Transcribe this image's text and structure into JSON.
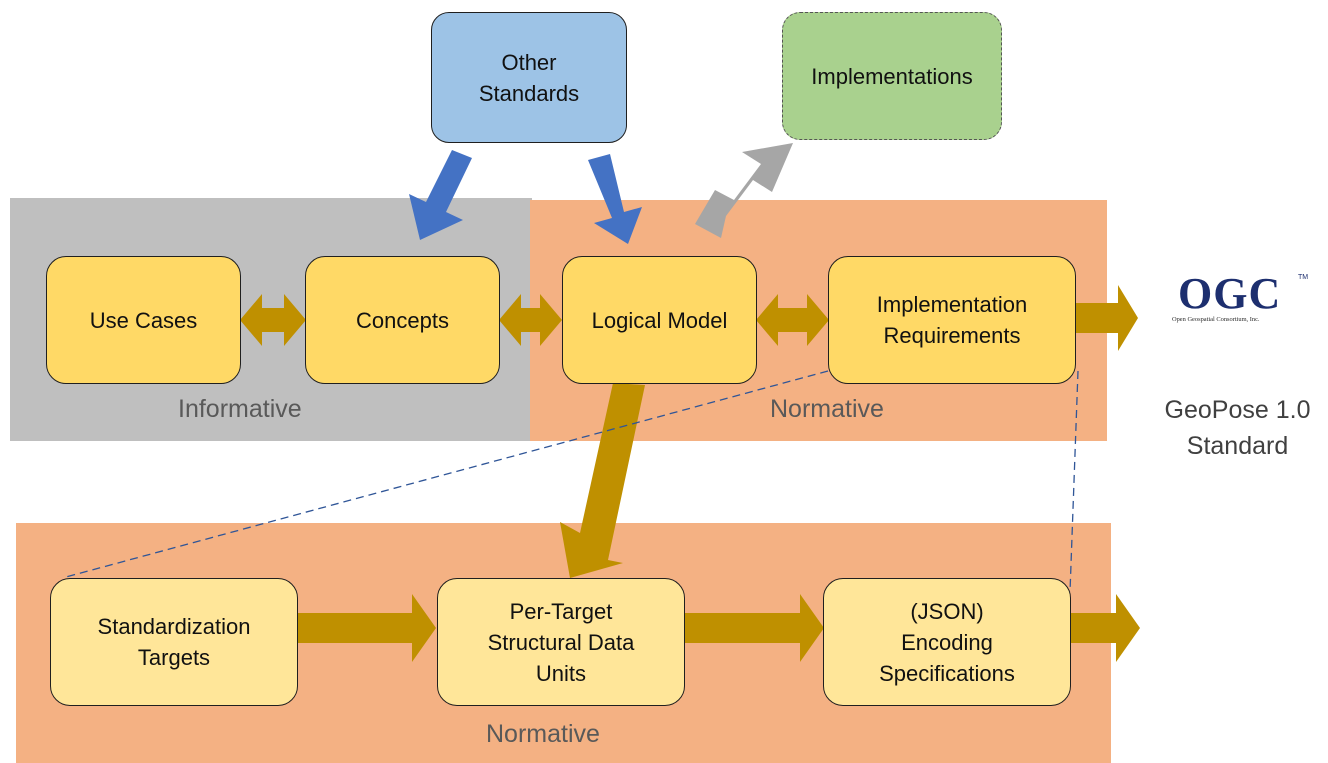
{
  "regions": {
    "informative": {
      "label": "Informative"
    },
    "normative_top": {
      "label": "Normative"
    },
    "normative_bottom": {
      "label": "Normative"
    }
  },
  "boxes": {
    "other_standards": "Other\nStandards",
    "implementations": "Implementations",
    "use_cases": "Use Cases",
    "concepts": "Concepts",
    "logical_model": "Logical Model",
    "implementation_requirements": "Implementation\nRequirements",
    "standardization_targets": "Standardization\nTargets",
    "per_target_units": "Per-Target\nStructural Data\nUnits",
    "encoding_specs": "(JSON)\nEncoding\nSpecifications"
  },
  "logo": {
    "text": "OGC",
    "trademark": "TM",
    "subtitle": "Open Geospatial Consortium, Inc."
  },
  "standard_label": "GeoPose 1.0\nStandard",
  "colors": {
    "informative_region": "#bfbfbf",
    "normative_region": "#f4b183",
    "core_box": "#ffd966",
    "encoding_box": "#ffe699",
    "other_standards_box": "#9dc3e6",
    "implementations_box": "#a9d18e",
    "gold_arrow": "#bf9000",
    "blue_arrow": "#4472c4",
    "gray_arrow": "#a6a6a6",
    "dashed_line": "#2f5597"
  }
}
